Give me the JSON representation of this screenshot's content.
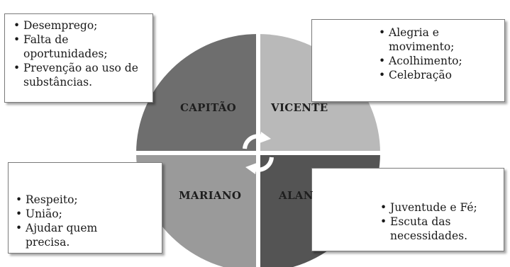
{
  "colors": {
    "quadrant_top_left": "#6e6e6e",
    "quadrant_top_right": "#b9b9b9",
    "quadrant_bottom_left": "#9a9a9a",
    "quadrant_bottom_right": "#545454",
    "box_border": "#7a7a7a",
    "center_arrows": "#ffffff"
  },
  "quadrants": [
    {
      "label": "CAPITÃO",
      "position": "top-left"
    },
    {
      "label": "VICENTE",
      "position": "top-right"
    },
    {
      "label": "MARIANO",
      "position": "bottom-left"
    },
    {
      "label": "ALAN",
      "position": "bottom-right"
    }
  ],
  "boxes": {
    "top_left": [
      "Desemprego;",
      "Falta de oportunidades;",
      "Prevenção ao uso de substâncias."
    ],
    "top_right": [
      "Alegria e movimento;",
      "Acolhimento;",
      "Celebração"
    ],
    "bottom_left": [
      "Respeito;",
      "União;",
      "Ajudar quem precisa."
    ],
    "bottom_right": [
      "Juventude e Fé;",
      "Escuta das necessidades."
    ]
  },
  "center_icon": "circular-arrows-icon"
}
